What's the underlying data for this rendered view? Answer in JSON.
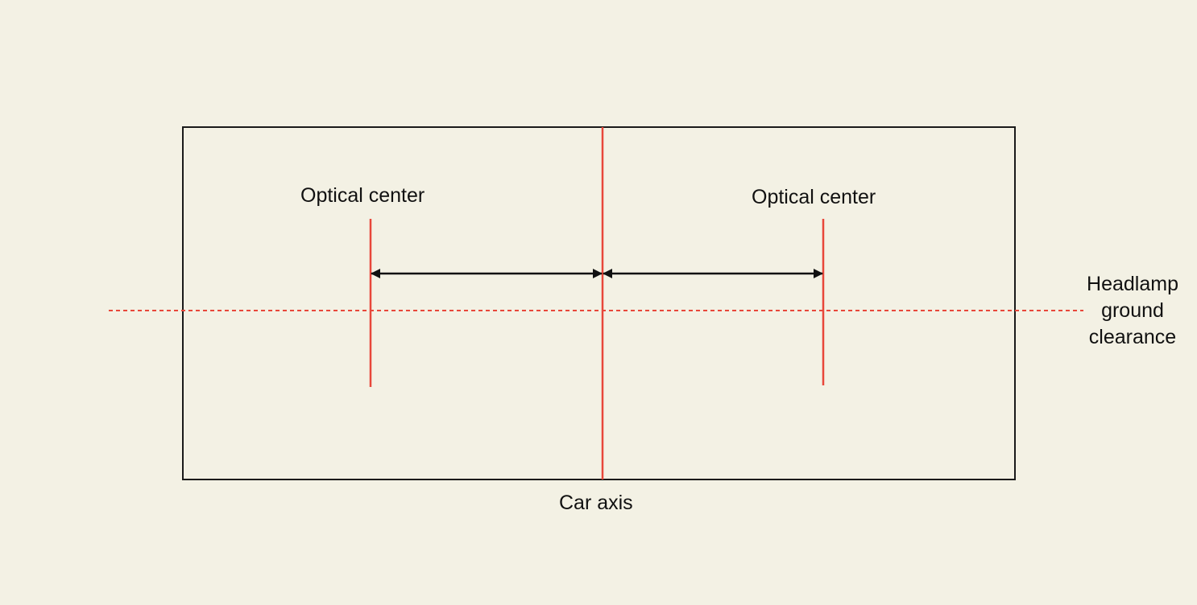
{
  "colors": {
    "background": "#f3f1e4",
    "frame": "#1a1a1a",
    "axis_red": "#e8473a",
    "text": "#111111"
  },
  "labels": {
    "optical_center_left": "Optical center",
    "optical_center_right": "Optical center",
    "car_axis": "Car axis",
    "headlamp_line1": "Headlamp",
    "headlamp_line2": "ground",
    "headlamp_line3": "clearance"
  }
}
